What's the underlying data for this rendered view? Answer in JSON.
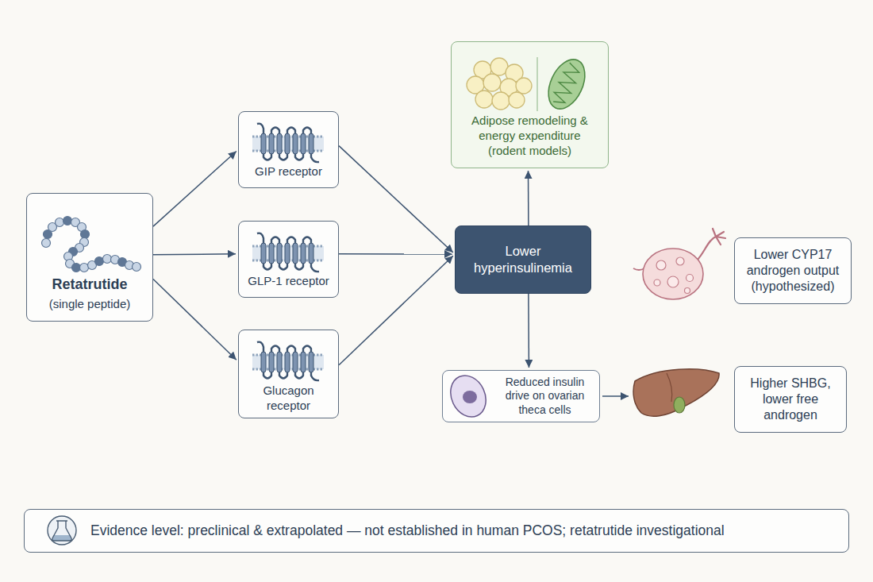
{
  "diagram": {
    "nodes": [
      {
        "text": [
          "Retatrutide",
          "(single peptide)"
        ]
      },
      {
        "text": [
          "GIP receptor"
        ]
      },
      {
        "text": [
          "GLP-1 receptor"
        ]
      },
      {
        "text": [
          "Glucagon receptor"
        ]
      },
      {
        "text": [
          "Adipose remodeling & energy expenditure (rodent models)"
        ]
      },
      {
        "text": [
          "Lower hyperinsulinemia"
        ]
      },
      {
        "text": [
          "Reduced insulin drive on ovarian theca cells"
        ]
      },
      {
        "text": [
          "Lower CYP17 androgen output (hypothesized)"
        ]
      },
      {
        "text": [
          "Higher SHBG, lower free androgen"
        ]
      },
      {
        "text": [
          "Evidence level: preclinical & extrapolated — not established in human PCOS; retatrutide investigational"
        ]
      }
    ],
    "edges": [
      {
        "from": 0,
        "to": 1,
        "arrow": "to"
      },
      {
        "from": 0,
        "to": 2,
        "arrow": "to"
      },
      {
        "from": 0,
        "to": 3,
        "arrow": "to"
      },
      {
        "from": 1,
        "to": 5,
        "arrow": "to"
      },
      {
        "from": 2,
        "to": 5,
        "arrow": "to"
      },
      {
        "from": 3,
        "to": 5,
        "arrow": "to"
      },
      {
        "from": 5,
        "to": 4,
        "arrow": "to"
      },
      {
        "from": 5,
        "to": 6,
        "arrow": "to"
      }
    ]
  }
}
